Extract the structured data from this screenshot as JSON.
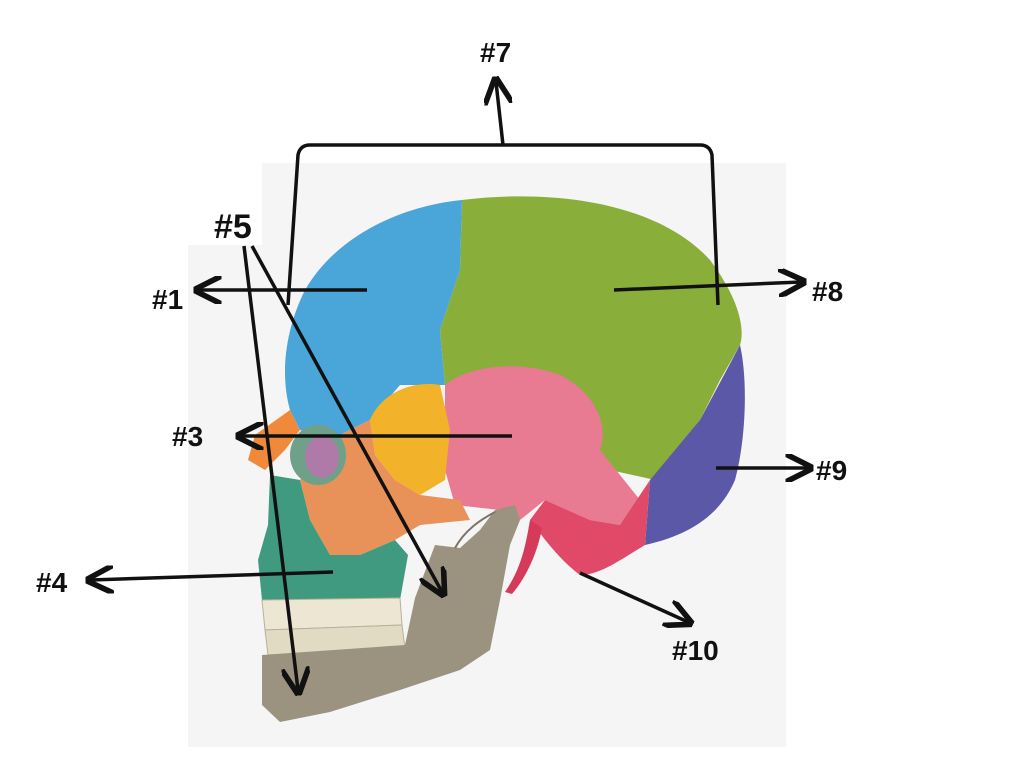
{
  "labels": {
    "l1": "#1",
    "l3": "#3",
    "l4": "#4",
    "l5": "#5",
    "l7": "#7",
    "l8": "#8",
    "l9": "#9",
    "l10": "#10"
  },
  "colors": {
    "frontal": "#4aa6d8",
    "parietal": "#8aae3a",
    "occipital": "#5b58a8",
    "temporal": "#e87a92",
    "sphenoid": "#f2b22a",
    "zygomatic": "#e8925a",
    "maxilla": "#3f9a80",
    "mandible": "#9c9280",
    "nasal": "#f08a3a",
    "orbit": "#b07aa8",
    "mastoid": "#e04a68",
    "teeth": "#ece6d2",
    "arrow": "#111111",
    "photo_bg": "#f5f5f5"
  }
}
